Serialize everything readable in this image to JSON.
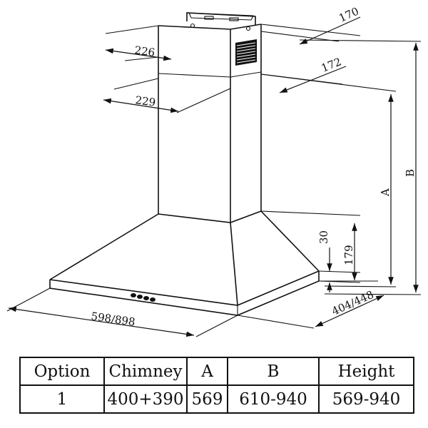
{
  "dimensions": {
    "chimney_top_depth": "170",
    "chimney_top_width": "226",
    "chimney_lower_depth": "172",
    "chimney_lower_width": "229",
    "height_a": "A",
    "height_b": "B",
    "canopy_height_small": "30",
    "canopy_height": "179",
    "hood_width": "598/898",
    "hood_depth": "404/448"
  },
  "table": {
    "headers": [
      "Option",
      "Chimney",
      "A",
      "B",
      "Height"
    ],
    "rows": [
      [
        "1",
        "400+390",
        "569",
        "610-940",
        "569-940"
      ]
    ]
  }
}
